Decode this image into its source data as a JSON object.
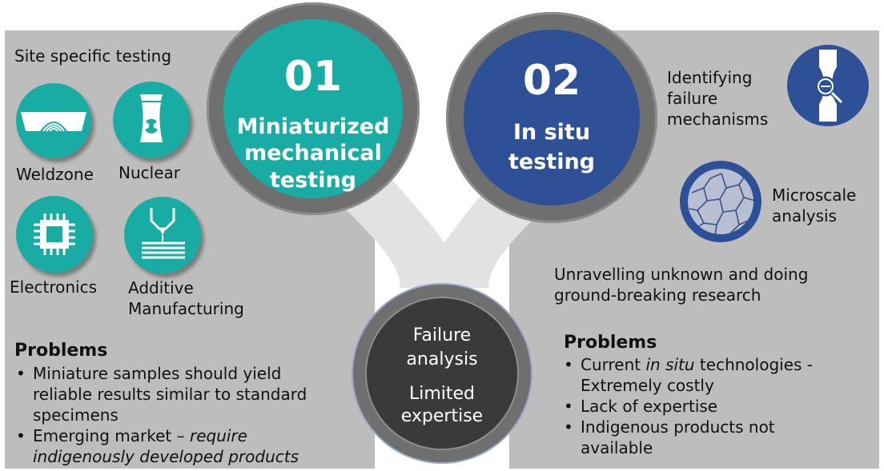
{
  "left": {
    "heading": "Site specific testing",
    "icons": {
      "weldzone": "Weldzone",
      "nuclear": "Nuclear",
      "electronics": "Electronics",
      "additive_line1": "Additive",
      "additive_line2": "Manufacturing"
    },
    "problems_title": "Problems",
    "problems": {
      "item1_line1": "Miniature samples should yield",
      "item1_line2": "reliable results similar to standard",
      "item1_line3": "specimens",
      "item2_prefix": "Emerging market – ",
      "item2_italic_a": "require",
      "item2_italic_b": "indigenously developed products"
    }
  },
  "circle1": {
    "number": "01",
    "line1": "Miniaturized",
    "line2": "mechanical",
    "line3": "testing"
  },
  "circle2": {
    "number": "02",
    "line1": "In situ",
    "line2": "testing"
  },
  "center": {
    "line1": "Failure",
    "line2": "analysis",
    "line3": "Limited",
    "line4": "expertise"
  },
  "right": {
    "identifying": {
      "line1": "Identifying",
      "line2": "failure",
      "line3": "mechanisms"
    },
    "microscale": {
      "line1": "Microscale",
      "line2": "analysis"
    },
    "research": {
      "line1": "Unravelling unknown and doing",
      "line2": "ground-breaking research"
    },
    "problems_title": "Problems",
    "problems": {
      "item1_prefix": "Current ",
      "item1_italic": "in situ",
      "item1_suffix": " technologies -",
      "item1_line2": "Extremely costly",
      "item2": "Lack of expertise",
      "item3_line1": "Indigenous products not",
      "item3_line2": "available"
    }
  },
  "colors": {
    "teal": "#19aca4",
    "navy": "#2e5096",
    "dark_center": "#3a3a3a",
    "panel_gray": "#bdbdbd",
    "ring_gray": "#6f6f6f"
  }
}
